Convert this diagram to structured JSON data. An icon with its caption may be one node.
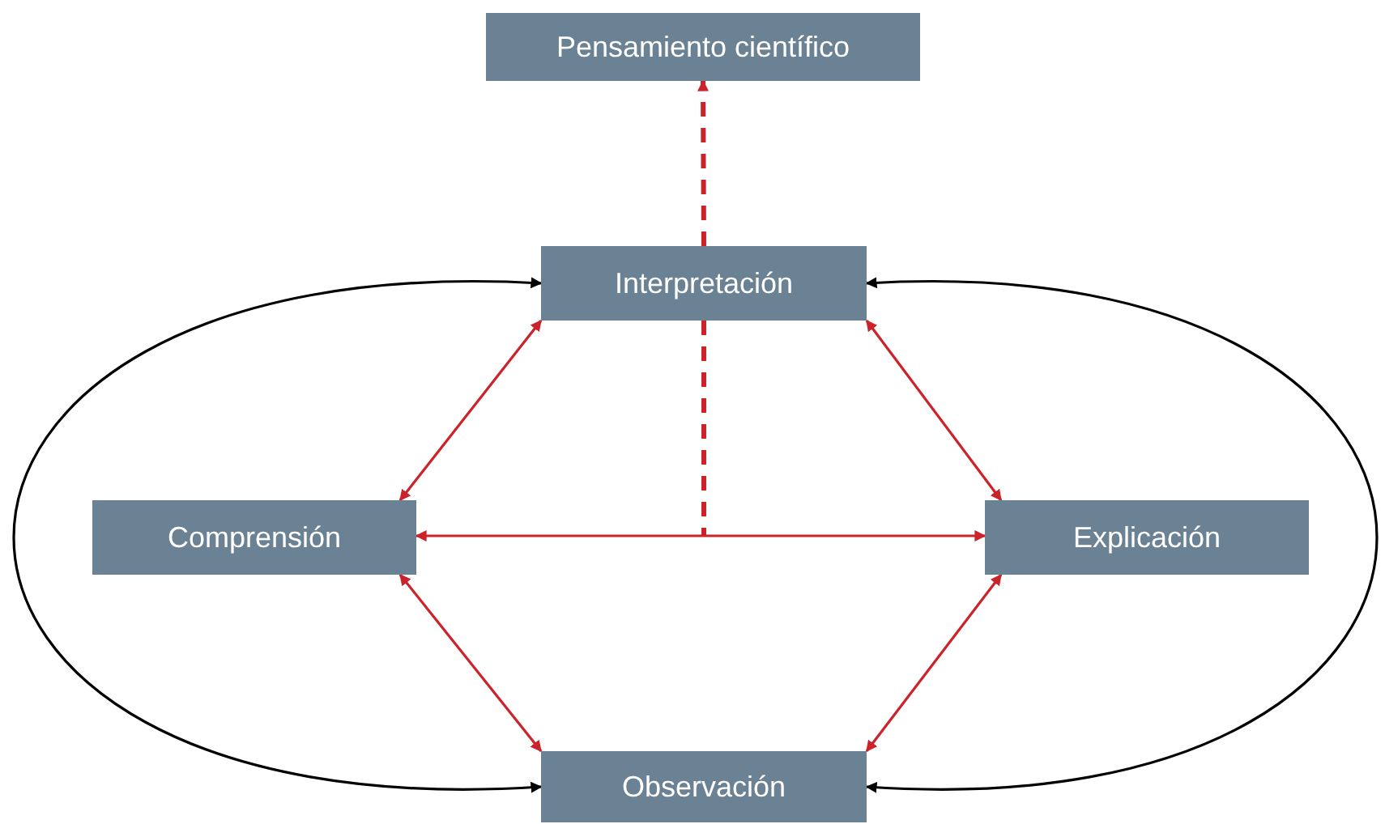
{
  "diagram": {
    "nodes": [
      {
        "text": [
          "Pensamiento científico"
        ]
      },
      {
        "text": [
          "Interpretación"
        ]
      },
      {
        "text": [
          "Comprensión"
        ]
      },
      {
        "text": [
          "Explicación"
        ]
      },
      {
        "text": [
          "Observación"
        ]
      }
    ],
    "edges": [
      {
        "from": 1,
        "to": 0,
        "arrow": "to",
        "style": "dashed"
      },
      {
        "from": 1,
        "to": null,
        "arrow": "none",
        "style": "dashed"
      },
      {
        "from": 2,
        "to": 3,
        "arrow": "both"
      },
      {
        "from": 1,
        "to": 2,
        "arrow": "both"
      },
      {
        "from": 1,
        "to": 3,
        "arrow": "both"
      },
      {
        "from": 2,
        "to": 4,
        "arrow": "both"
      },
      {
        "from": 3,
        "to": 4,
        "arrow": "both"
      },
      {
        "from": 4,
        "to": 1,
        "arrow": "both",
        "color": "#000000"
      },
      {
        "from": 4,
        "to": 1,
        "arrow": "both",
        "color": "#000000"
      }
    ]
  }
}
